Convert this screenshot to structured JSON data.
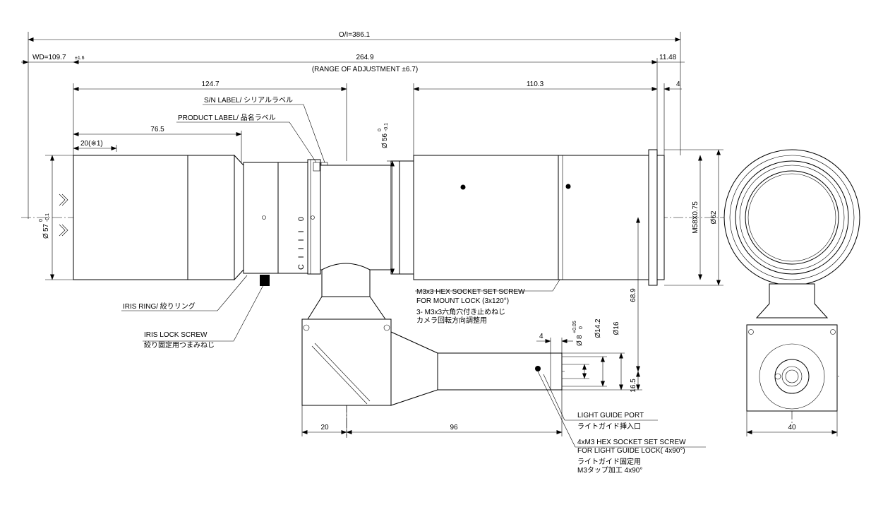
{
  "dimensions": {
    "overall": "O/I=386.1",
    "wd_value": "WD=109.7",
    "wd_tolerance": "±1.6",
    "range_total": "264.9",
    "range_adjust": "(RANGE OF ADJUSTMENT ±6.7)",
    "mount_offset": "11.48",
    "d124_7": "124.7",
    "d110_3": "110.3",
    "d4_top": "4",
    "d76_5": "76.5",
    "d20_note": "20(※1)",
    "dia57": "57",
    "dia57_tol_top": "0",
    "dia57_tol_bottom": "-0.1",
    "dia56": "56",
    "dia56_tol_top": "0",
    "dia56_tol_bottom": "-0.1",
    "dia_symbol": "Ø",
    "thread_m58": "M58X0.75",
    "dia62": "Ø62",
    "d68_9": "68.9",
    "d16_5": "16.5",
    "dia8": "8",
    "dia8_tol_top": "+0.05",
    "dia8_tol_bottom": "0",
    "dia14_2": "Ø14.2",
    "dia16": "Ø16",
    "d4_port": "4",
    "d20_bottom": "20",
    "d96": "96",
    "d40": "40"
  },
  "labels": {
    "sn_label": "S/N LABEL/ シリアルラベル",
    "product_label": "PRODUCT LABEL/ 品名ラベル",
    "iris_ring": "IRIS RING/ 絞りリング",
    "iris_lock_1": "IRIS LOCK SCREW",
    "iris_lock_2": "絞り固定用つまみねじ",
    "mount_lock_1": "M3x3 HEX SOCKET SET SCREW",
    "mount_lock_2": "FOR MOUNT LOCK (3x120°)",
    "mount_lock_3": "3- M3x3六角穴付き止めねじ",
    "mount_lock_4": "カメラ回転方向調整用",
    "light_port_1": "LIGHT GUIDE PORT",
    "light_port_2": "ライトガイド挿入口",
    "light_lock_1": "4xM3 HEX SOCKET SET SCREW",
    "light_lock_2": "FOR LIGHT GUIDE LOCK( 4x90°)",
    "light_lock_3": "ライトガイド固定用",
    "light_lock_4": "M3タップ加工 4x90°"
  },
  "iris_scale": [
    "0",
    "I",
    "I",
    "I",
    "I",
    "C"
  ]
}
